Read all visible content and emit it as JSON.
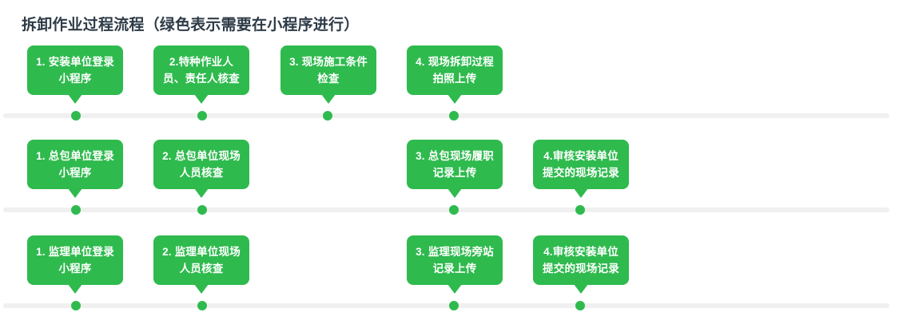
{
  "title": "拆卸作业过程流程（绿色表示需要在小程序进行）",
  "theme": {
    "node_green": "#2fba4e",
    "line_gray": "#f0f0f0",
    "title_color": "#2e3b47",
    "node_text_color": "#ffffff",
    "background": "#ffffff"
  },
  "rows": [
    {
      "name": "install-unit-track",
      "nodes": [
        {
          "col": 0,
          "label": "1. 安装单位登录\n小程序"
        },
        {
          "col": 1,
          "label": "2.特种作业人\n员、责任人核查"
        },
        {
          "col": 2,
          "label": "3. 现场施工条件\n检查"
        },
        {
          "col": 3,
          "label": "4. 现场拆卸过程\n拍照上传"
        }
      ],
      "dots": [
        0,
        1,
        2,
        3
      ]
    },
    {
      "name": "general-contractor-track",
      "nodes": [
        {
          "col": 0,
          "label": "1. 总包单位登录\n小程序"
        },
        {
          "col": 1,
          "label": "2. 总包单位现场\n人员核查"
        },
        {
          "col": 4,
          "label": "3. 总包现场履职\n记录上传"
        },
        {
          "col": 5,
          "label": "4.审核安装单位\n提交的现场记录"
        }
      ],
      "dots": [
        0,
        1,
        4,
        5
      ]
    },
    {
      "name": "supervision-unit-track",
      "nodes": [
        {
          "col": 0,
          "label": "1. 监理单位登录\n小程序"
        },
        {
          "col": 1,
          "label": "2. 监理单位现场\n人员核查"
        },
        {
          "col": 4,
          "label": "3. 监理现场旁站\n记录上传"
        },
        {
          "col": 5,
          "label": "4.审核安装单位\n提交的现场记录"
        }
      ],
      "dots": [
        0,
        1,
        4,
        5
      ]
    }
  ]
}
